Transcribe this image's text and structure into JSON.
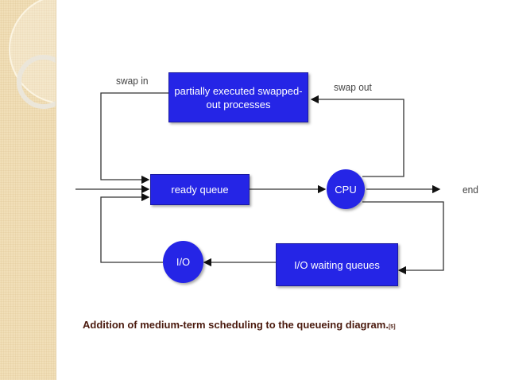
{
  "diagram": {
    "labels": {
      "swap_in": "swap in",
      "swap_out": "swap out",
      "end": "end"
    },
    "nodes": {
      "swapped_out": "partially executed swapped-out processes",
      "ready_queue": "ready queue",
      "cpu": "CPU",
      "io": "I/O",
      "io_waiting": "I/O waiting queues"
    },
    "colors": {
      "node": "#2525e6",
      "caption": "#4a1a0e"
    }
  },
  "caption": {
    "text": "Addition of medium-term scheduling to the queueing diagram.",
    "ref": "[5]"
  }
}
